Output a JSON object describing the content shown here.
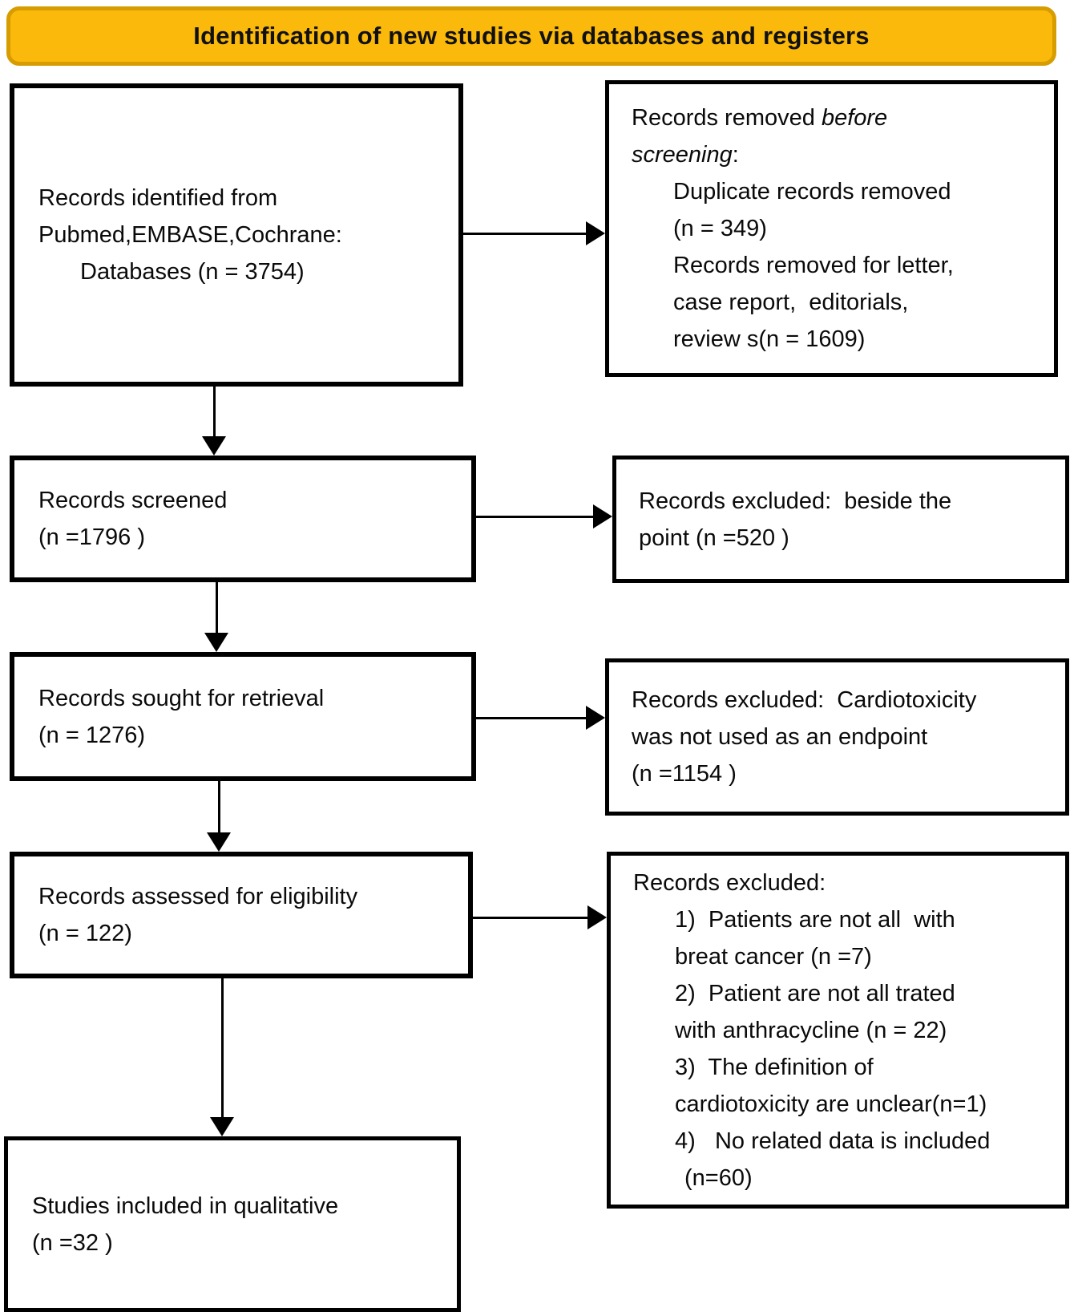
{
  "banner": {
    "title": "Identification of new studies via databases and registers"
  },
  "colors": {
    "banner_bg": "#FBB90B",
    "banner_border": "#D69C00",
    "box_border": "#000000",
    "text": "#0a0a0a"
  },
  "boxes": {
    "identified": {
      "line1": "Records identified from",
      "line2": "Pubmed,EMBASE,Cochrane:",
      "line3": "Databases (n = 3754)"
    },
    "removed_before_screening": {
      "lead_normal": "Records removed ",
      "lead_italic": "before",
      "lead2_italic": "screening",
      "lead2_normal": ":",
      "item1_line1": "Duplicate records removed",
      "item1_line2": "(n = 349)",
      "item2_line1": "Records removed for letter,",
      "item2_line2": "case report,  editorials,",
      "item2_line3": "review s(n = 1609)"
    },
    "screened": {
      "line1": "Records screened",
      "line2": "(n =1796 )"
    },
    "excluded_beside_point": {
      "line1": "Records excluded:  beside the",
      "line2": "point (n =520 )"
    },
    "sought": {
      "line1": "Records sought for retrieval",
      "line2": "(n = 1276)"
    },
    "excluded_endpoint": {
      "line1": "Records excluded:  Cardiotoxicity",
      "line2": "was not used as an endpoint",
      "line3": "(n =1154 )"
    },
    "assessed": {
      "line1": "Records assessed for eligibility",
      "line2": "(n = 122)"
    },
    "excluded_eligibility": {
      "heading": "Records excluded:",
      "item1_line1": "1)  Patients are not all  with",
      "item1_line2": "breat cancer (n =7)",
      "item2_line1": "2)  Patient are not all trated",
      "item2_line2": "with anthracycline (n = 22)",
      "item3_line1": "3)  The definition of",
      "item3_line2": "cardiotoxicity are unclear(n=1)",
      "item4_line1": "4)   No related data is included",
      "item4_line2": "(n=60)"
    },
    "included": {
      "line1": "Studies included in qualitative",
      "line2": "(n =32 )"
    }
  }
}
